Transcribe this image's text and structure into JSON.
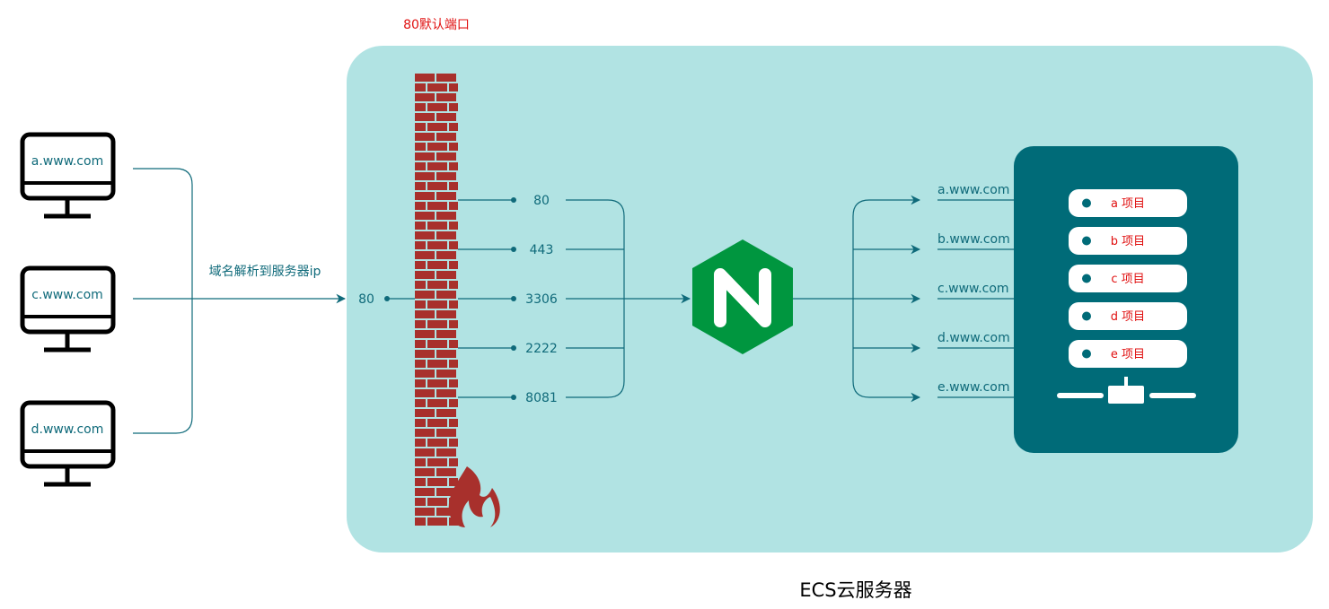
{
  "top_note": "80默认端口",
  "clients": [
    "a.www.com",
    "c.www.com",
    "d.www.com"
  ],
  "dns_label": "域名解析到服务器ip",
  "entry_port": "80",
  "ports": [
    "80",
    "443",
    "3306",
    "2222",
    "8081"
  ],
  "nginx_letter": "N",
  "domains": [
    "a.www.com",
    "b.www.com",
    "c.www.com",
    "d.www.com",
    "e.www.com"
  ],
  "projects": [
    "a 项目",
    "b 项目",
    "c 项目",
    "d 项目",
    "e 项目"
  ],
  "footer_label": "ECS云服务器",
  "colors": {
    "panel": "#b1e3e3",
    "teal": "#006b78",
    "line": "#0f6a7a",
    "brick": "#a8302c",
    "nginx": "#00963f",
    "note_red": "#e01010",
    "project_red": "#e01010"
  }
}
